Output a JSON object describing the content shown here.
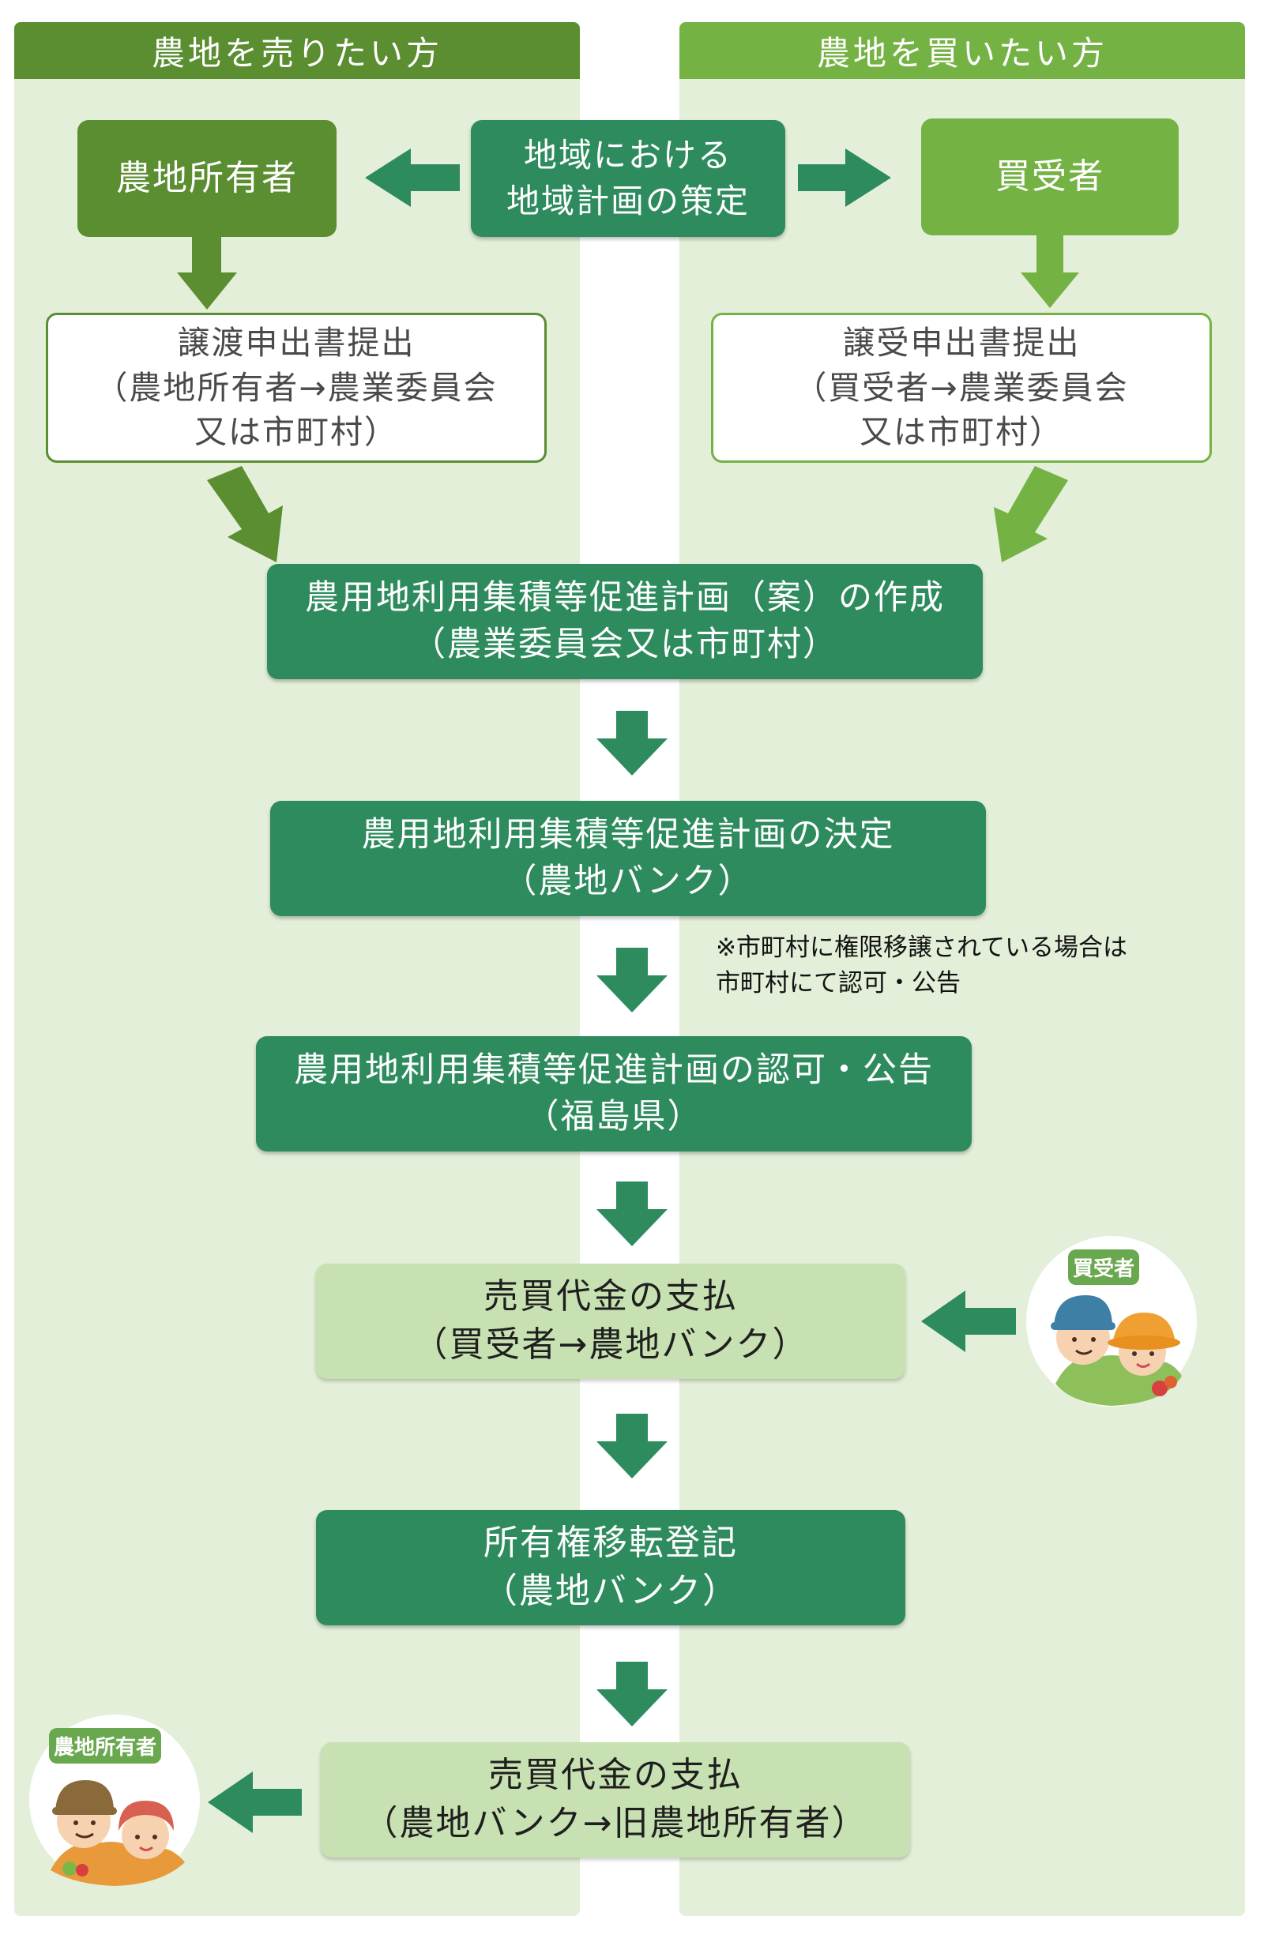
{
  "columns": {
    "seller_header": "農地を売りたい方",
    "buyer_header": "農地を買いたい方"
  },
  "boxes": {
    "owner": "農地所有者",
    "regional_plan": [
      "地域における",
      "地域計画の策定"
    ],
    "buyer": "買受者",
    "transfer_application": [
      "譲渡申出書提出",
      "（農地所有者→農業委員会",
      "又は市町村）"
    ],
    "acquire_application": [
      "譲受申出書提出",
      "（買受者→農業委員会",
      "又は市町村）"
    ],
    "draft_plan": [
      "農用地利用集積等促進計画（案）の作成",
      "（農業委員会又は市町村）"
    ],
    "plan_decision": [
      "農用地利用集積等促進計画の決定",
      "（農地バンク）"
    ],
    "plan_approval": [
      "農用地利用集積等促進計画の認可・公告",
      "（福島県）"
    ],
    "payment_in": [
      "売買代金の支払",
      "（買受者→農地バンク）"
    ],
    "registration": [
      "所有権移転登記",
      "（農地バンク）"
    ],
    "payment_out": [
      "売買代金の支払",
      "（農地バンク→旧農地所有者）"
    ]
  },
  "note": [
    "※市町村に権限移譲されている場合は",
    "市町村にて認可・公告"
  ],
  "avatars": {
    "buyer_label": "買受者",
    "owner_label": "農地所有者"
  },
  "colors": {
    "seller_dark": "#5b8d31",
    "buyer_light": "#75b244",
    "process_teal": "#2d8b5e",
    "payment_pale": "#c7e1b2",
    "column_bg": "#e3efd8"
  }
}
